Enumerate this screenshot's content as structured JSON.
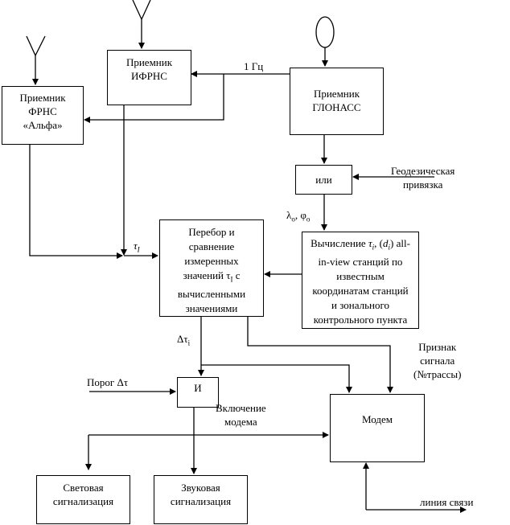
{
  "diagram": {
    "blocks": {
      "ifrns": {
        "line1": "Приемник",
        "line2": "ИФРНС"
      },
      "frns": {
        "line1": "Приемник",
        "line2": "ФРНС",
        "line3": "«Альфа»"
      },
      "glonass": {
        "line1": "Приемник",
        "line2": "ГЛОНАСС"
      },
      "or_gate": {
        "label": "или"
      },
      "compare": {
        "lines": [
          "Перебор и",
          "сравнение",
          "измеренных",
          "значений τ",
          "вычисленными",
          "значениями"
        ],
        "sub": "I",
        "after": " с"
      },
      "compute": {
        "line1a": "Вычисление ",
        "tau": "τ",
        "tau_sub": "i",
        "comma": ", (",
        "d": "d",
        "d_sub": "i",
        "line1b": ") all-",
        "line2": "in-view станций по",
        "line3": "известным",
        "line4": "координатам станций",
        "line5": "и зонального",
        "line6": "контрольного пункта"
      },
      "and_gate": {
        "label": "И"
      },
      "modem": {
        "label": "Модем"
      },
      "light": {
        "line1": "Световая",
        "line2": "сигнализация"
      },
      "sound": {
        "line1": "Звуковая",
        "line2": "сигнализация"
      }
    },
    "labels": {
      "one_hz": "1 Гц",
      "geodetic_1": "Геодезическая",
      "geodetic_2": "привязка",
      "lambda_phi": "λ",
      "lambda_sub": "o",
      "phi": ", φ",
      "phi_sub": "o",
      "tau_I": "τ",
      "tau_I_sub": "I",
      "delta_tau_i": "Δτ",
      "delta_tau_i_sub": "i",
      "threshold": "Порог Δτ",
      "modem_enable_1": "Включение",
      "modem_enable_2": "модема",
      "signal_flag_1": "Признак",
      "signal_flag_2": "сигнала",
      "signal_flag_3": "(№трассы)",
      "comm_line": "линия связи"
    },
    "icons": [
      "antenna-icon",
      "antenna-icon",
      "glonass-antenna-icon"
    ]
  }
}
